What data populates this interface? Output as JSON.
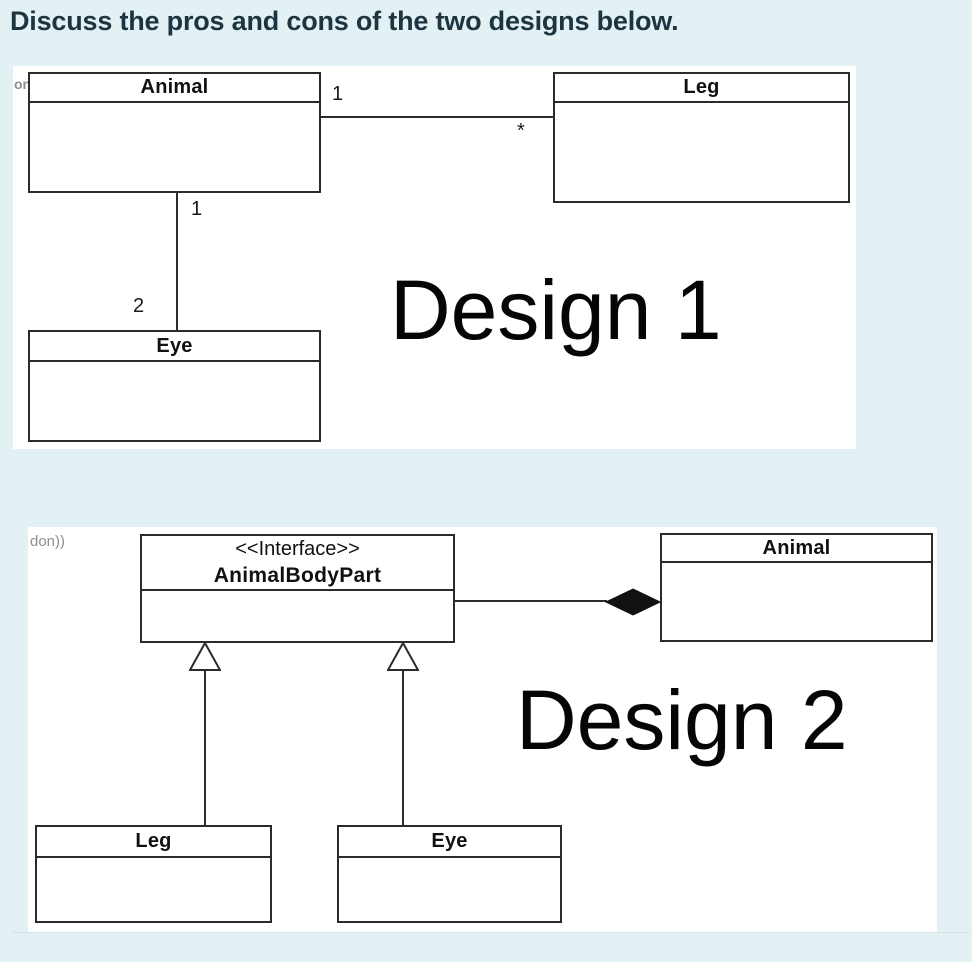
{
  "page": {
    "title": "Discuss the pros and cons of the two designs below.",
    "background_color": "#e4f1f4",
    "canvas_color": "#ffffff",
    "line_color": "#2b2b2b",
    "title_color": "#1c3540"
  },
  "design1": {
    "label": "Design 1",
    "watermark": "on))",
    "classes": {
      "animal": "Animal",
      "leg": "Leg",
      "eye": "Eye"
    },
    "associations": {
      "animal_leg": {
        "animal_end": "1",
        "leg_end": "*"
      },
      "animal_eye": {
        "animal_end": "1",
        "eye_end": "2"
      }
    }
  },
  "design2": {
    "label": "Design 2",
    "watermark": "don))",
    "interface": {
      "stereotype": "<<Interface>>",
      "name": "AnimalBodyPart"
    },
    "classes": {
      "animal": "Animal",
      "leg": "Leg",
      "eye": "Eye"
    },
    "relations": {
      "composition": "Animal composed of AnimalBodyPart",
      "realizations": [
        "Leg implements AnimalBodyPart",
        "Eye implements AnimalBodyPart"
      ]
    }
  }
}
